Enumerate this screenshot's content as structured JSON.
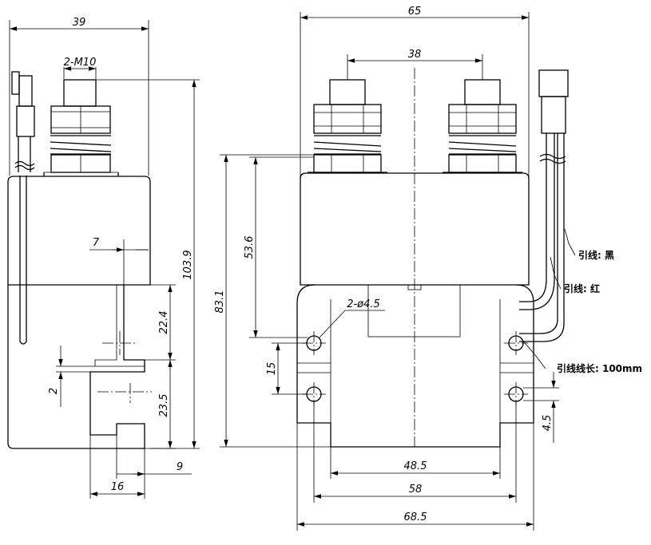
{
  "diagram": {
    "side_view": {
      "width": "39",
      "thread": "2-M10",
      "dim_7": "7",
      "height_total": "103.9",
      "dim_22_4": "22.4",
      "dim_23_5": "23.5",
      "dim_2": "2",
      "dim_9": "9",
      "dim_16": "16"
    },
    "front_view": {
      "width_body": "65",
      "terminal_spacing": "38",
      "dim_53_6": "53.6",
      "dim_83_1": "83.1",
      "hole": "2-ø4.5",
      "dim_15": "15",
      "dim_4_5": "4.5",
      "dim_48_5": "48.5",
      "dim_58": "58",
      "dim_68_5": "68.5"
    },
    "labels": {
      "lead_black": "引线: 黑",
      "lead_red": "引线: 红",
      "lead_length": "引线线长: 100mm"
    }
  }
}
